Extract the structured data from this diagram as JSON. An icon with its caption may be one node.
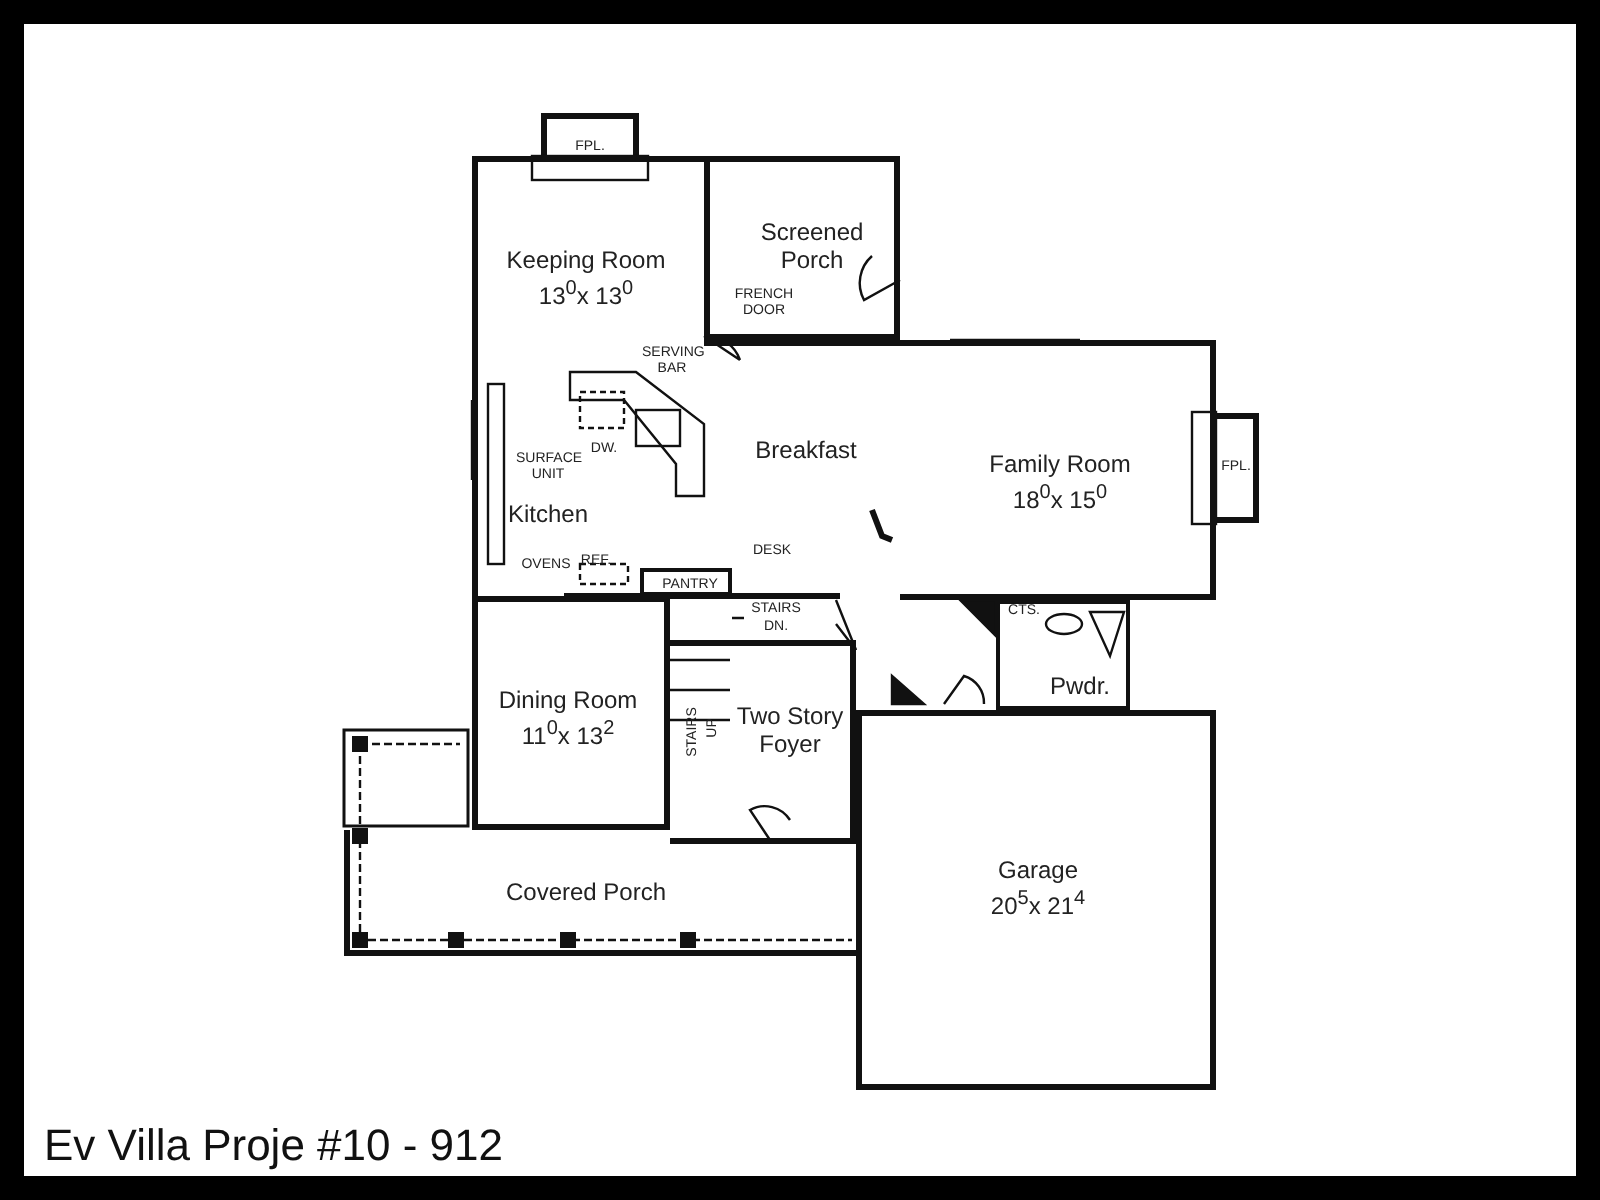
{
  "diagram": {
    "caption": "Ev Villa Proje #10 - 912",
    "nodes": [
      {
        "text": [
          "Keeping Room",
          "13$^{0}$x 13$^{0}$"
        ]
      },
      {
        "text": [
          "Screened Porch"
        ]
      },
      {
        "text": [
          "Kitchen"
        ]
      },
      {
        "text": [
          "Breakfast"
        ]
      },
      {
        "text": [
          "Family Room",
          "18$^{0}$x 15$^{0}$"
        ]
      },
      {
        "text": [
          "PANTRY"
        ]
      },
      {
        "text": [
          "Dining Room",
          "11$^{0}$x 13$^{2}$"
        ]
      },
      {
        "text": [
          "Two Story Foyer"
        ]
      },
      {
        "text": [
          "Pwdr."
        ]
      },
      {
        "text": [
          "Garage",
          "20$^{5}$x 21$^{4}$"
        ]
      },
      {
        "text": [
          "Covered Porch"
        ]
      }
    ],
    "edges": [],
    "labels": [
      "FPL.",
      "FRENCH DOOR",
      "SERVING BAR",
      "DW.",
      "SURFACE UNIT",
      "OVENS",
      "REF.",
      "DESK",
      "STAIRS",
      "DN.",
      "STAIRS",
      "UP",
      "CTS.",
      "FPL."
    ]
  }
}
